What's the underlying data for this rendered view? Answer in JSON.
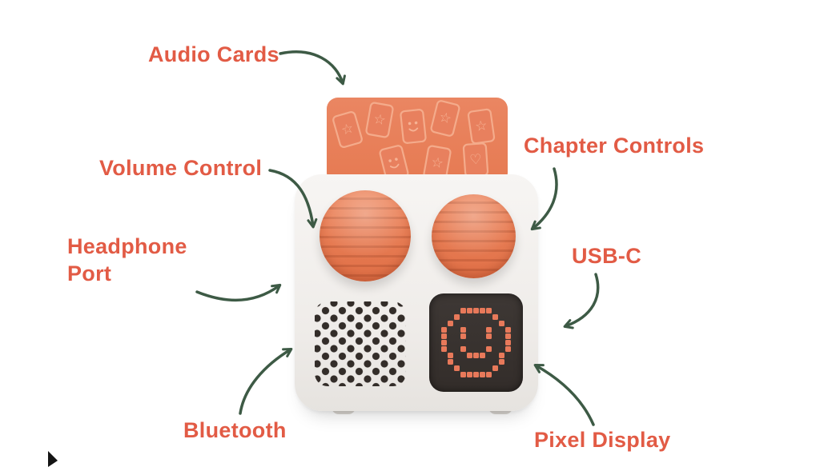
{
  "diagram": {
    "labels": {
      "audio_cards": "Audio Cards",
      "volume_control": "Volume Control",
      "chapter_controls": "Chapter Controls",
      "headphone_port": {
        "line1": "Headphone",
        "line2": "Port"
      },
      "usb_c": "USB-C",
      "bluetooth": "Bluetooth",
      "pixel_display": "Pixel Display"
    },
    "icons": {
      "star": "☆",
      "heart": "♡"
    },
    "colors": {
      "label_text": "#e25b45",
      "arrow": "#3d5a45",
      "cards_panel": "#e8805e",
      "card_outline": "#f4ab8b",
      "knob": "#e4764f",
      "device_body": "#f2f0ed",
      "display_background": "#332d2a",
      "pixel_face": "#e8795a",
      "speaker_dots": "#332d29",
      "page_background": "#ffffff"
    },
    "pixel_face_map": [
      "...#####...",
      "..#.....#..",
      ".#.......#.",
      "#..#...#..#",
      "#..#...#..#",
      "#.........#",
      "#..#...#..#",
      ".#..###..#.",
      ".#.......#.",
      "..#.....#..",
      "...#####..."
    ]
  }
}
